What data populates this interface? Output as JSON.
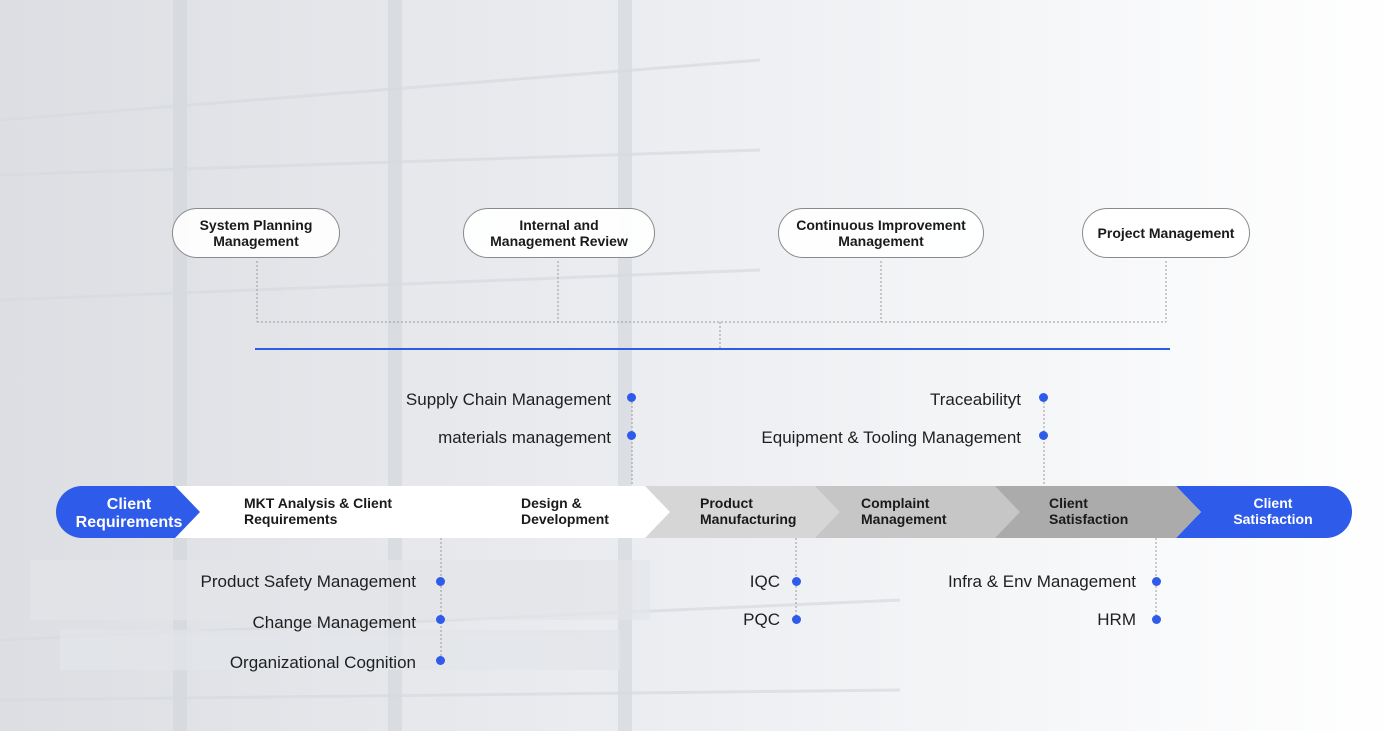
{
  "top_boxes": [
    {
      "id": "system-planning",
      "label": "System Planning\nManagement"
    },
    {
      "id": "internal-review",
      "label": "Internal and\nManagement Review"
    },
    {
      "id": "continuous-improvement",
      "label": "Continuous Improvement\nManagement"
    },
    {
      "id": "project-management",
      "label": "Project Management"
    }
  ],
  "process_segments": [
    {
      "id": "client-requirements",
      "label": "Client\nRequirements"
    },
    {
      "id": "mkt-analysis",
      "label": "MKT Analysis & Client\nRequirements"
    },
    {
      "id": "design-development",
      "label": "Design &\nDevelopment"
    },
    {
      "id": "product-manufacturing",
      "label": "Product\nManufacturing"
    },
    {
      "id": "complaint-management",
      "label": "Complaint\nManagement"
    },
    {
      "id": "client-satisfaction-gray",
      "label": "Client\nSatisfaction"
    },
    {
      "id": "client-satisfaction-blue",
      "label": "Client\nSatisfaction"
    }
  ],
  "upper_groups": {
    "design": [
      "Supply Chain Management",
      "materials management"
    ],
    "complaint": [
      "Traceabilityt",
      "Equipment & Tooling Management"
    ]
  },
  "lower_groups": {
    "mkt": [
      "Product Safety Management",
      "Change Management",
      "Organizational Cognition"
    ],
    "manufacturing": [
      "IQC",
      "PQC"
    ],
    "satisfaction": [
      "Infra & Env Management",
      "HRM"
    ]
  },
  "colors": {
    "accent_blue": "#2f5bea",
    "segment_gray_1": "#d6d6d6",
    "segment_gray_2": "#c4c4c4",
    "segment_gray_3": "#a9a9a9"
  }
}
